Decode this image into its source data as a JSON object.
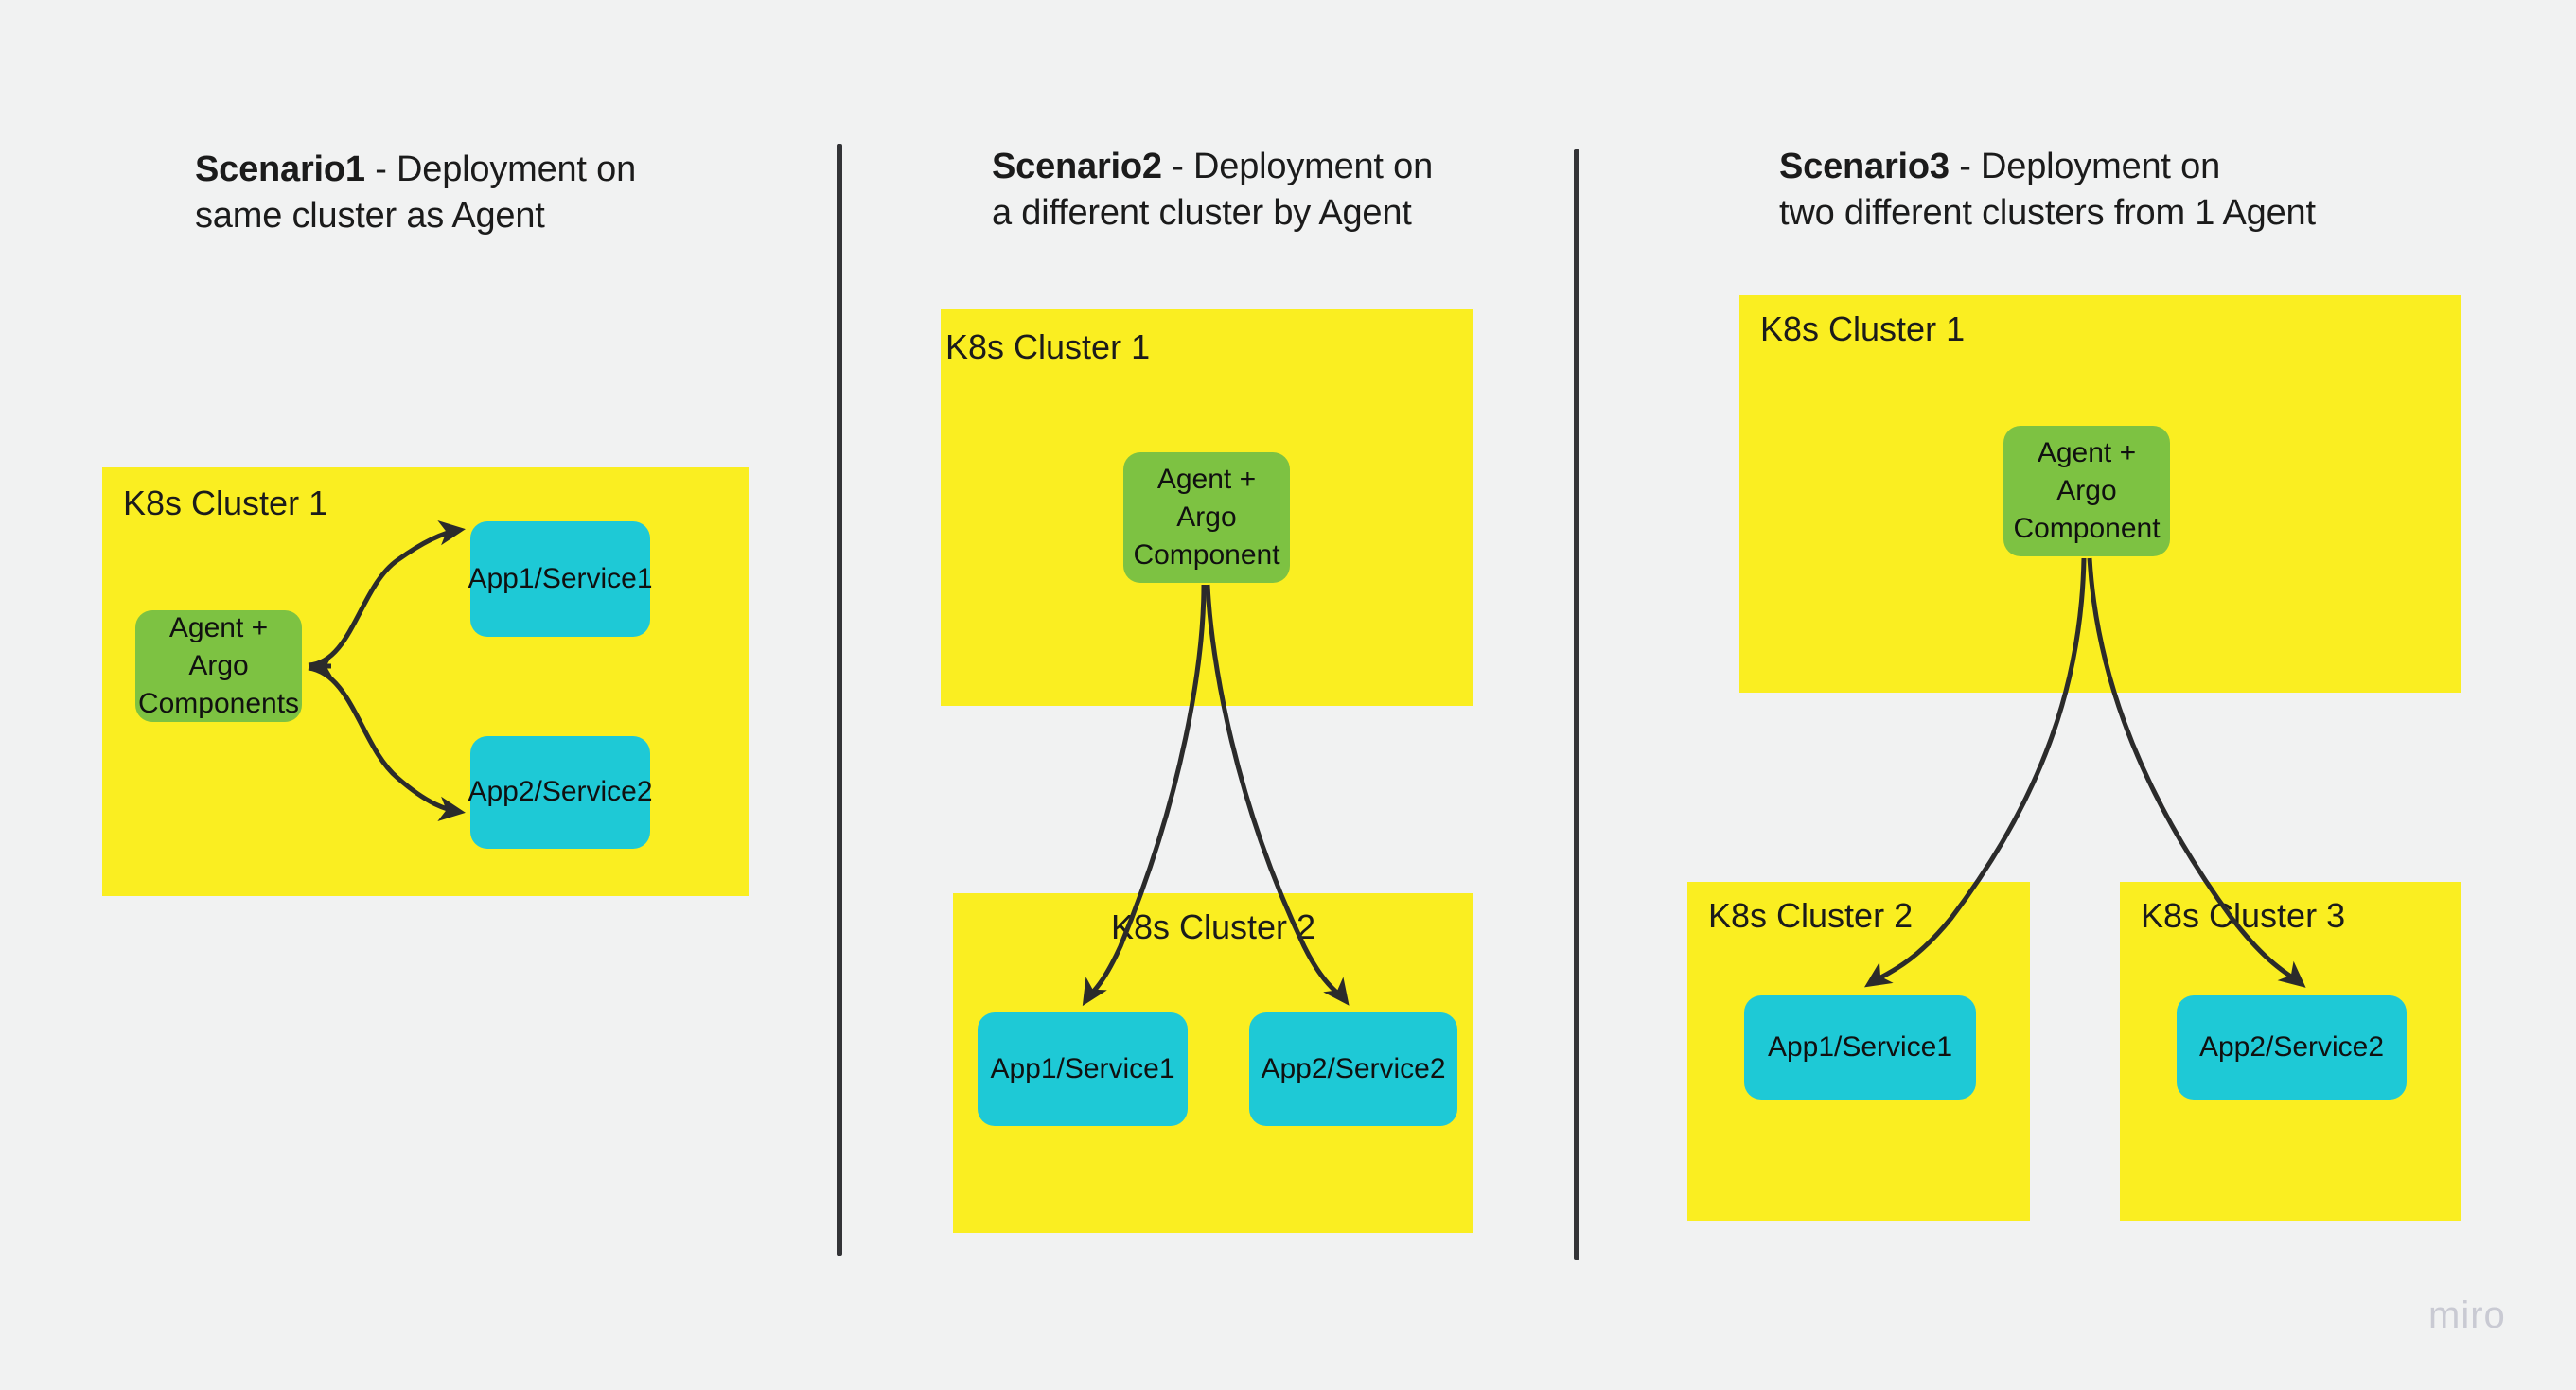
{
  "canvas": {
    "background_color": "#f1f2f2",
    "watermark": "miro"
  },
  "palette": {
    "cluster_yellow": "#faee21",
    "agent_green": "#7dc242",
    "app_cyan": "#1ec9d6",
    "divider_dark": "#333437",
    "text_dark": "#1b1b1b",
    "watermark_gray": "#c9cad3"
  },
  "scenarios": [
    {
      "id": "scenario1",
      "title_bold": "Scenario1",
      "title_rest": " - Deployment on\nsame cluster as Agent",
      "clusters": [
        {
          "name": "K8s Cluster 1",
          "nodes": [
            {
              "label": "Agent + Argo\nComponents",
              "kind": "agent"
            },
            {
              "label": "App1/Service1",
              "kind": "app"
            },
            {
              "label": "App2/Service2",
              "kind": "app"
            }
          ]
        }
      ]
    },
    {
      "id": "scenario2",
      "title_bold": "Scenario2",
      "title_rest": " - Deployment on\na different cluster by Agent",
      "clusters": [
        {
          "name": "K8s Cluster 1",
          "nodes": [
            {
              "label": "Agent +\nArgo\nComponent",
              "kind": "agent"
            }
          ]
        },
        {
          "name": "K8s Cluster 2",
          "nodes": [
            {
              "label": "App1/Service1",
              "kind": "app"
            },
            {
              "label": "App2/Service2",
              "kind": "app"
            }
          ]
        }
      ]
    },
    {
      "id": "scenario3",
      "title_bold": "Scenario3",
      "title_rest": " - Deployment on\ntwo different clusters from 1 Agent",
      "clusters": [
        {
          "name": "K8s Cluster 1",
          "nodes": [
            {
              "label": "Agent +\nArgo\nComponent",
              "kind": "agent"
            }
          ]
        },
        {
          "name": "K8s Cluster 2",
          "nodes": [
            {
              "label": "App1/Service1",
              "kind": "app"
            }
          ]
        },
        {
          "name": "K8s Cluster 3",
          "nodes": [
            {
              "label": "App2/Service2",
              "kind": "app"
            }
          ]
        }
      ]
    }
  ],
  "connections": [
    {
      "from": "scenario1.agent",
      "to": "scenario1.app1",
      "arrow": "curved"
    },
    {
      "from": "scenario1.agent",
      "to": "scenario1.app2",
      "arrow": "curved"
    },
    {
      "from": "scenario2.agent",
      "to": "scenario2.app1",
      "arrow": "curved"
    },
    {
      "from": "scenario2.agent",
      "to": "scenario2.app2",
      "arrow": "curved"
    },
    {
      "from": "scenario3.agent",
      "to": "scenario3.app1",
      "arrow": "curved"
    },
    {
      "from": "scenario3.agent",
      "to": "scenario3.app2",
      "arrow": "curved"
    }
  ]
}
